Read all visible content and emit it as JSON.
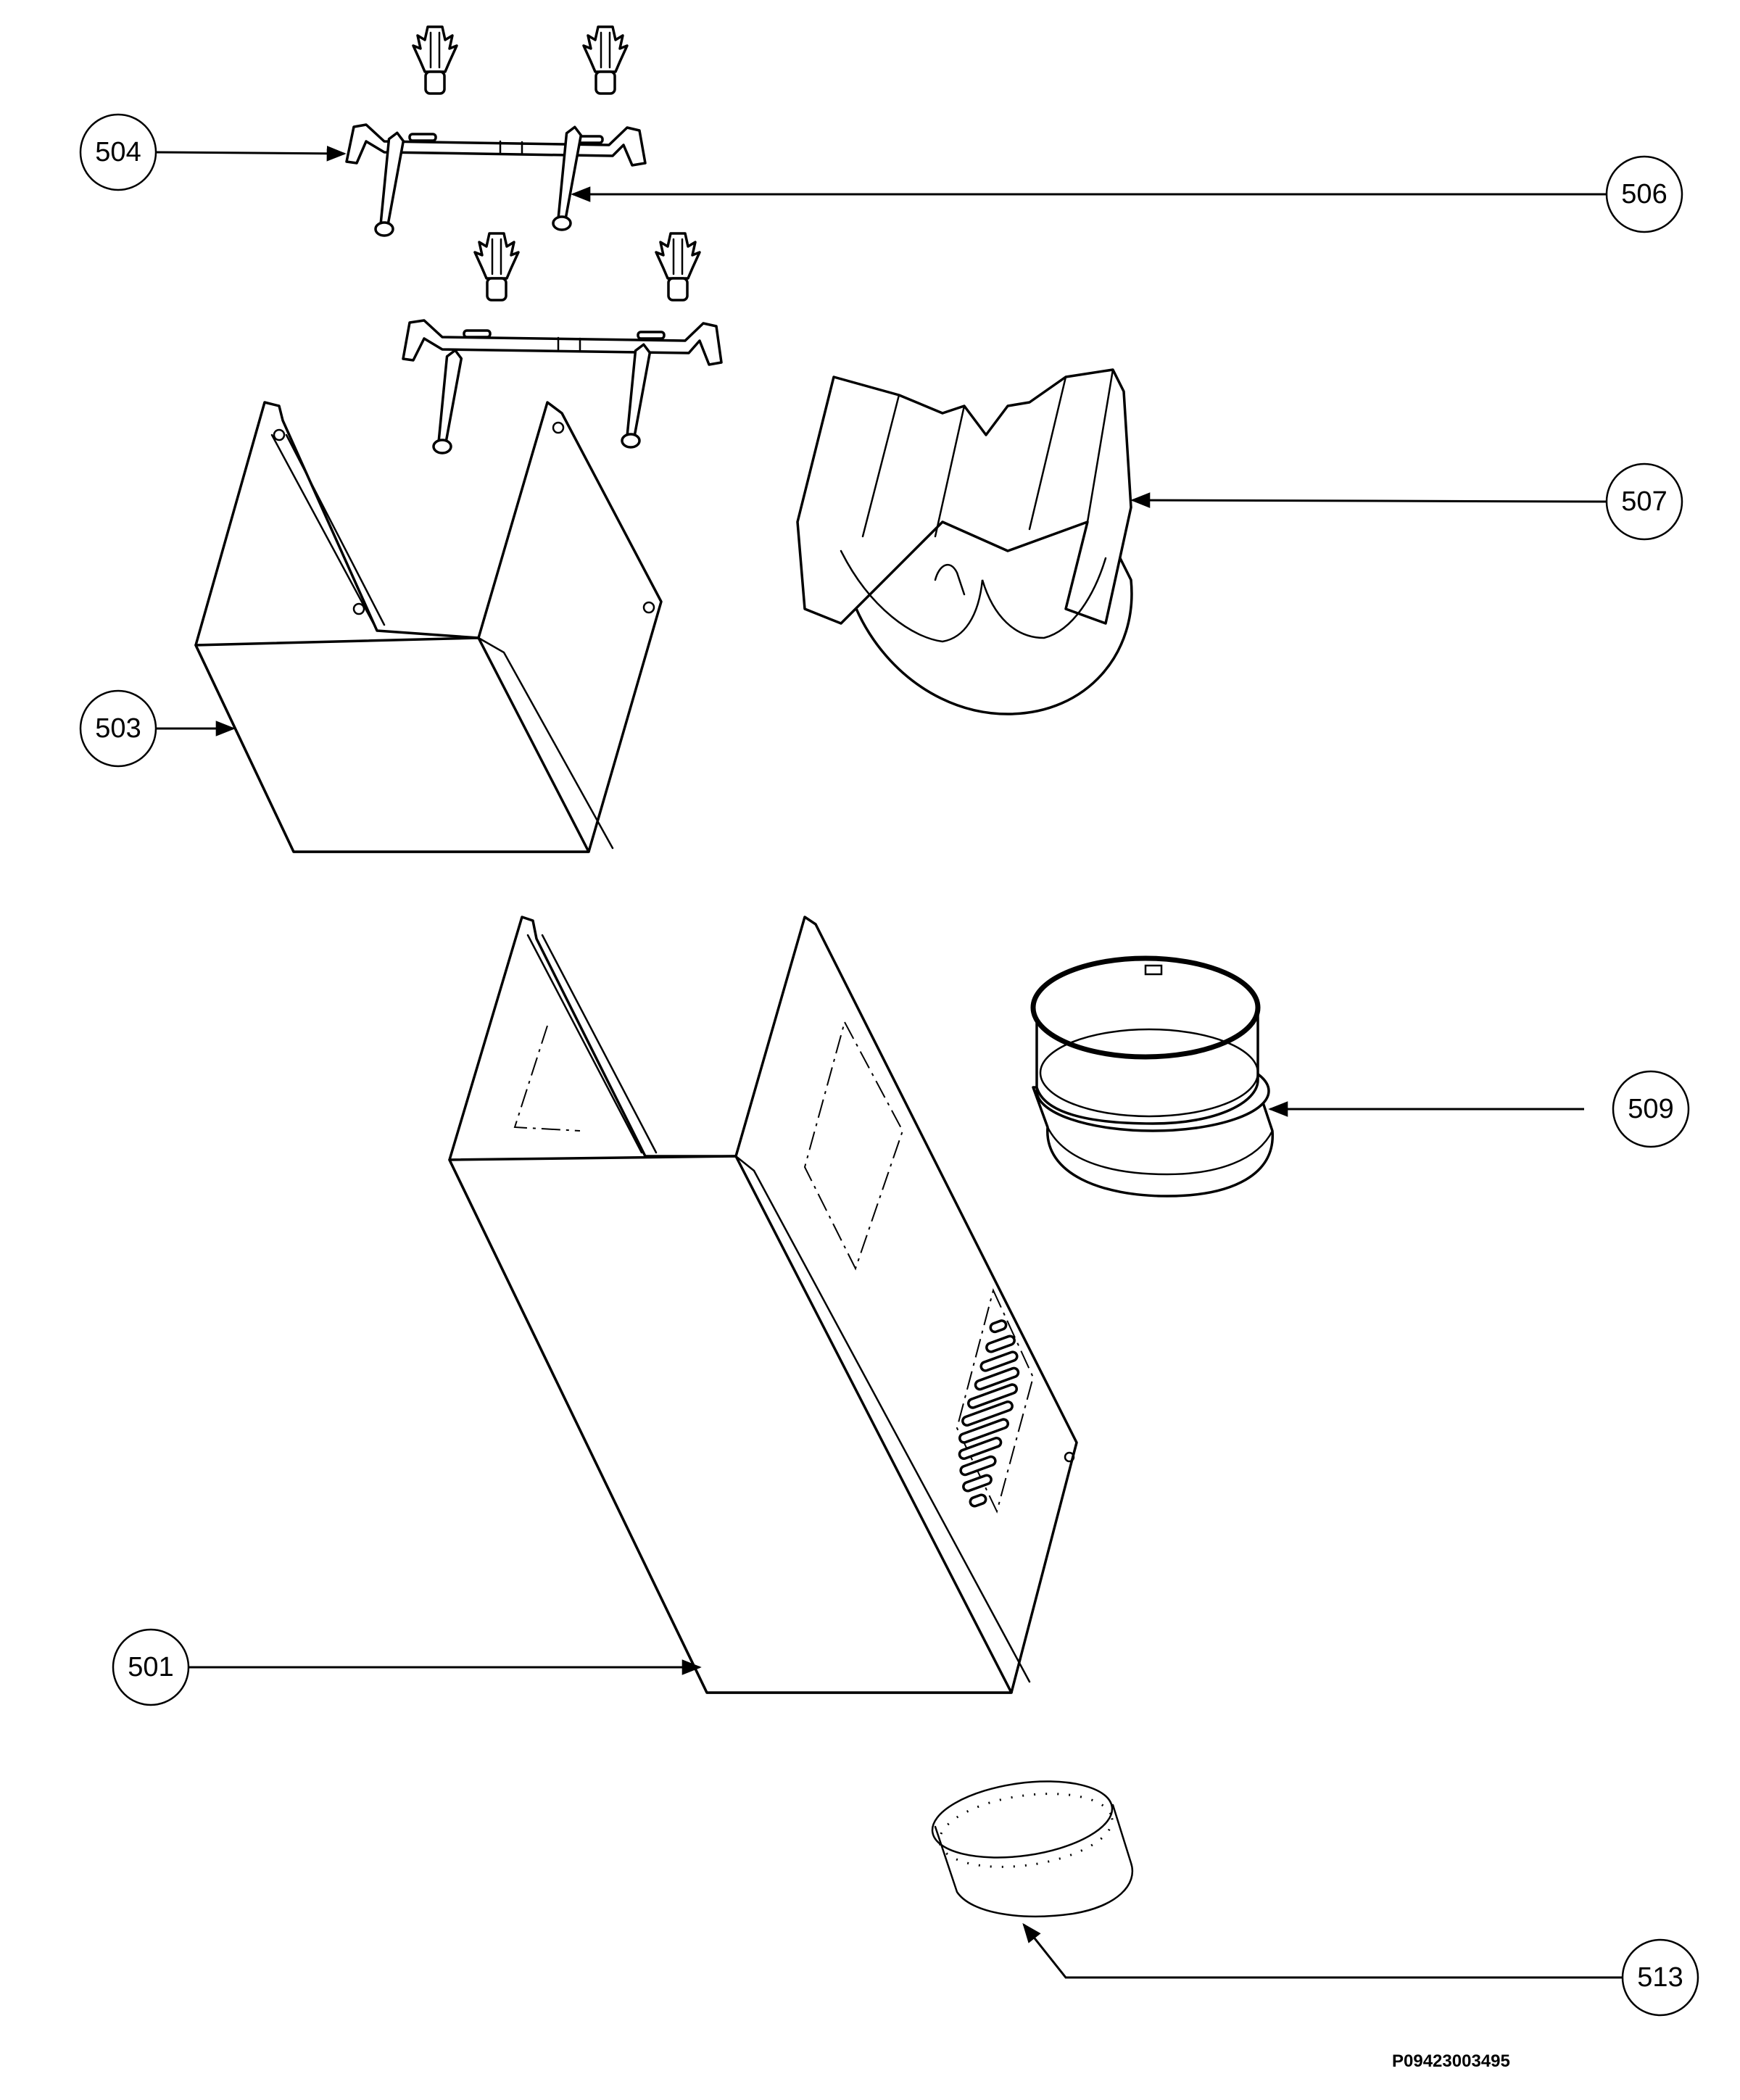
{
  "callouts": {
    "c504": "504",
    "c506": "506",
    "c507": "507",
    "c503": "503",
    "c509": "509",
    "c501": "501",
    "c513": "513"
  },
  "drawing_number": "P09423003495",
  "colors": {
    "line": "#000000",
    "background": "#ffffff"
  }
}
